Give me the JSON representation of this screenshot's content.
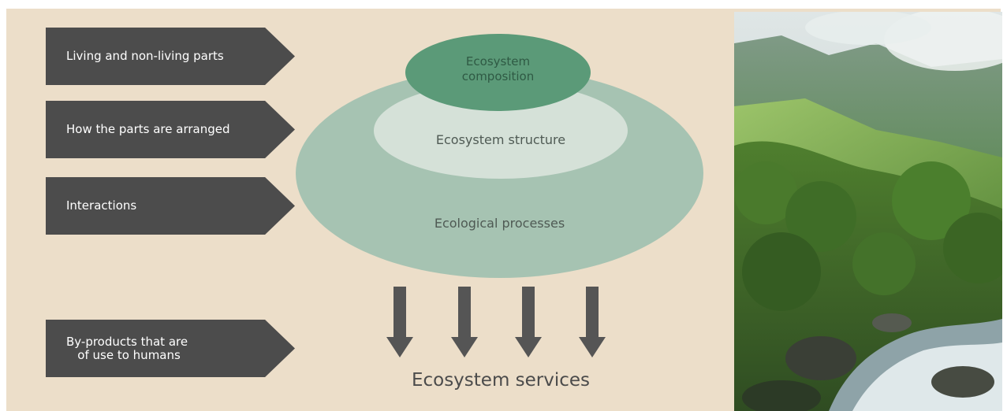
{
  "diagram": {
    "left_labels": [
      "Living and non-living parts",
      "How the parts are arranged",
      "Interactions",
      "By-products that are\n   of use to humans"
    ],
    "top_ellipse_label": "Ecosystem\ncomposition",
    "middle_ellipse_label": "Ecosystem structure",
    "outer_ellipse_label": "Ecological processes",
    "bottom_label": "Ecosystem services"
  },
  "colors": {
    "panel_background": "#ecdec9",
    "arrow_fill": "#4c4c4c",
    "composition_ellipse": "#5b9a78",
    "structure_ellipse": "#d5e1d8",
    "processes_ellipse": "#a6c3b2"
  },
  "photo": {
    "subject": "mountain-stream-photo"
  }
}
